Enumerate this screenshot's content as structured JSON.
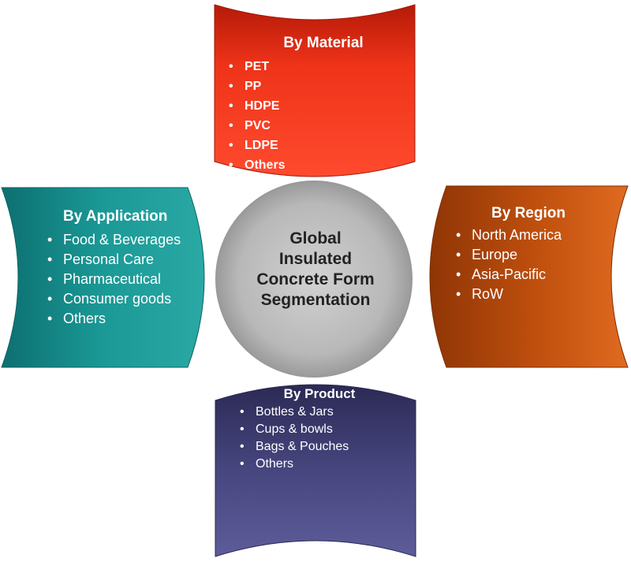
{
  "center": {
    "lines": [
      "Global",
      "Insulated",
      "Concrete Form",
      "Segmentation"
    ]
  },
  "material": {
    "title": "By Material",
    "items": [
      "PET",
      "PP",
      "HDPE",
      "PVC",
      "LDPE",
      "Others"
    ],
    "color": "#e02a0e"
  },
  "application": {
    "title": "By Application",
    "items": [
      "Food & Beverages",
      "Personal Care",
      "Pharmaceutical",
      "Consumer goods",
      "Others"
    ],
    "color": "#17908f"
  },
  "region": {
    "title": "By Region",
    "items": [
      "North America",
      "Europe",
      "Asia-Pacific",
      "RoW"
    ],
    "color": "#c4520f"
  },
  "product": {
    "title": "By Product",
    "items": [
      "Bottles & Jars",
      "Cups & bowls",
      "Bags & Pouches",
      "Others"
    ],
    "color": "#4b4a86"
  }
}
